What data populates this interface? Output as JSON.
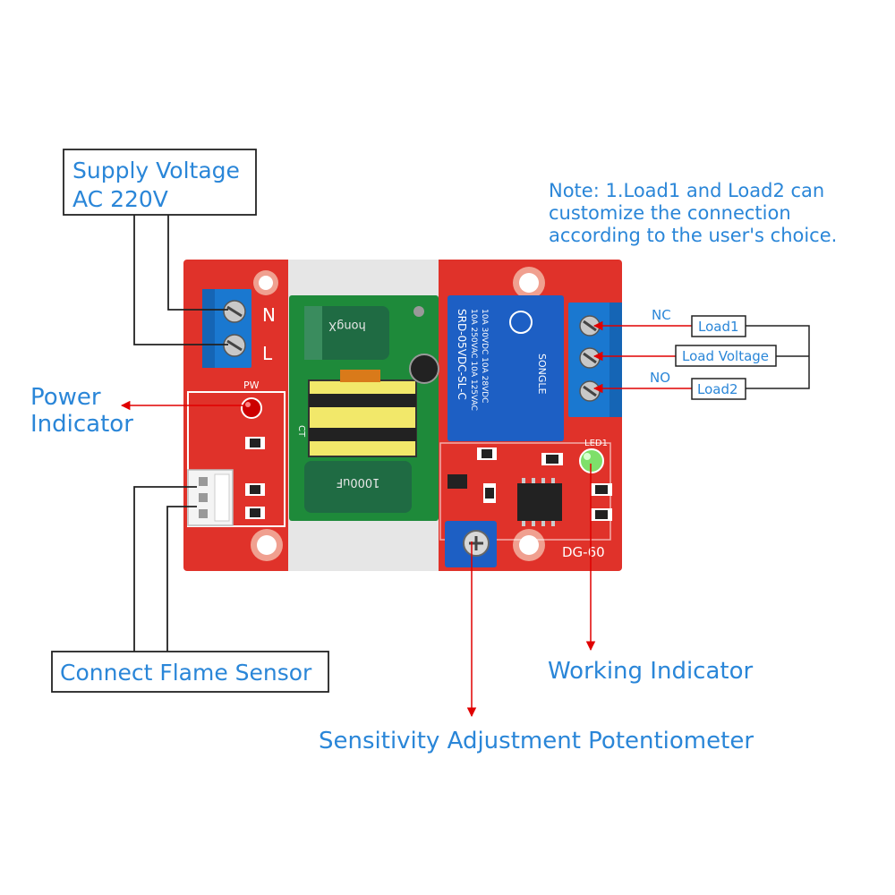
{
  "labels": {
    "supply_line1": "Supply Voltage",
    "supply_line2": "AC 220V",
    "note_line1": "Note: 1.Load1 and Load2 can",
    "note_line2": "customize the connection",
    "note_line3": "according to the user's choice.",
    "power_line1": "Power",
    "power_line2": "Indicator",
    "flame_sensor": "Connect Flame Sensor",
    "working_indicator": "Working Indicator",
    "sensitivity": "Sensitivity Adjustment Potentiometer"
  },
  "terminals": {
    "nc": "NC",
    "no": "NO",
    "load1": "Load1",
    "load_voltage": "Load Voltage",
    "load2": "Load2"
  },
  "board": {
    "n_mark": "N",
    "l_mark": "L",
    "pw_mark": "PW",
    "led1_mark": "LED1",
    "model": "DG-60",
    "relay_line1": "SRD-05VDC-SL-C",
    "relay_line2": "10A 250VAC  10A 125VAC",
    "relay_line3": "10A 30VDC  10A 28VDC",
    "relay_brand": "SONGLE",
    "cap_text": "hongX",
    "cap2_text": "1000uF",
    "ct_mark": "CT"
  },
  "colors": {
    "pcb": "#e0322a",
    "callout_text": "#2a86d8",
    "arrow": "#e00000",
    "relay": "#1d5fc4",
    "terminal": "#1a78d0"
  }
}
